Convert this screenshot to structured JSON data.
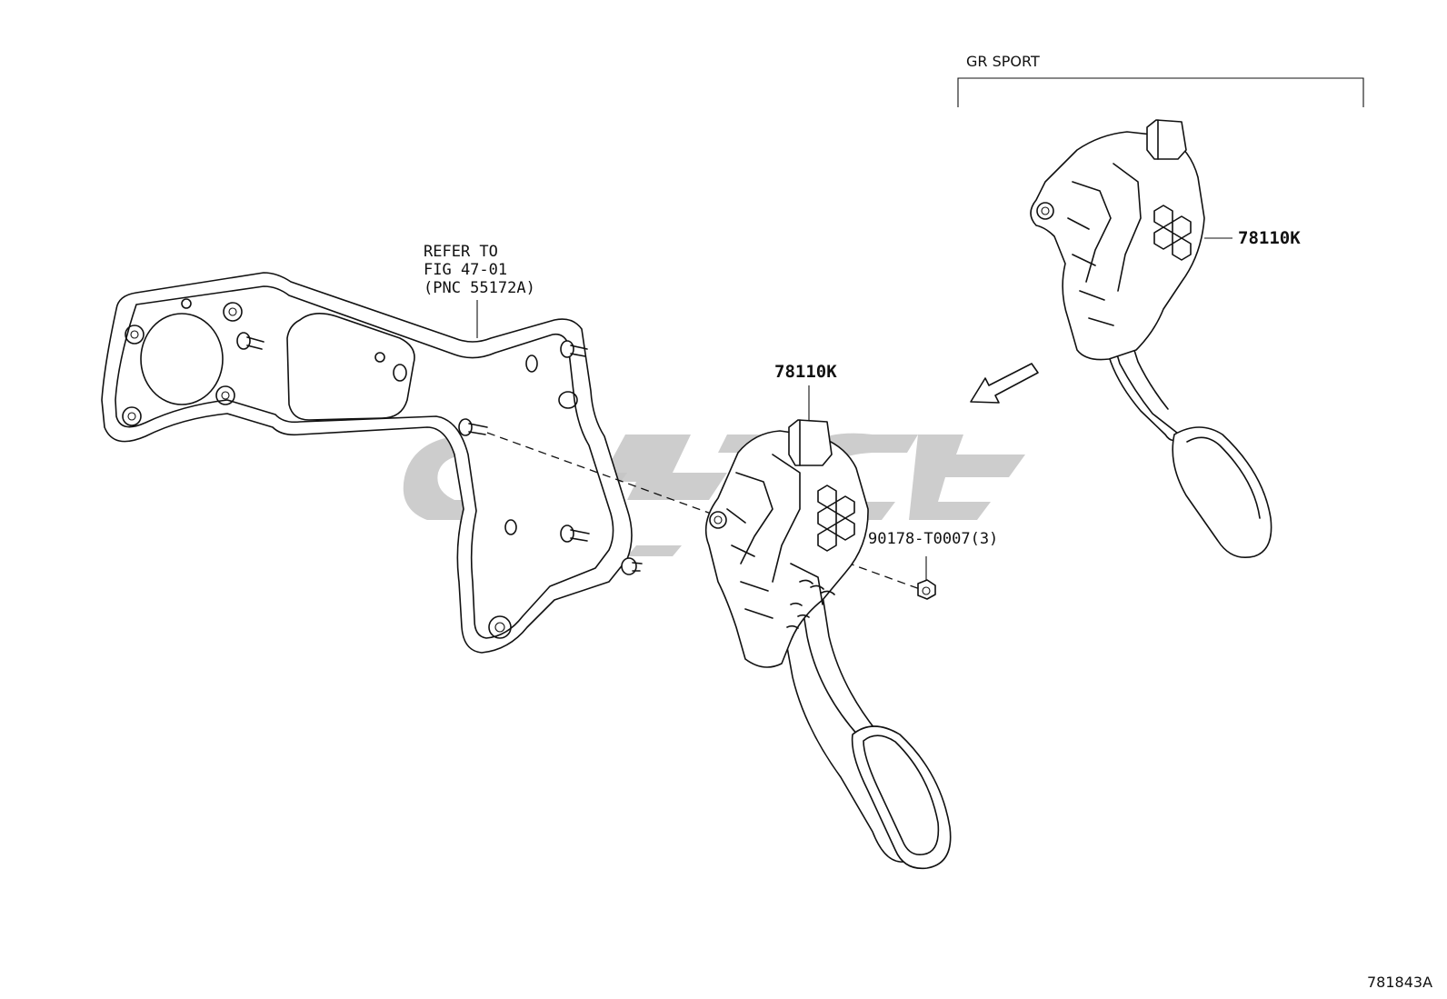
{
  "diagram": {
    "group_label": "GR SPORT",
    "refer_note": {
      "line1": "REFER TO",
      "line2": "FIG 47-01",
      "line3": "(PNC 55172A)"
    },
    "parts": {
      "pedal_gr_sport": "78110K",
      "pedal_main": "78110K",
      "nut": "90178-T0007(3)"
    },
    "figure_number": "781843A"
  }
}
